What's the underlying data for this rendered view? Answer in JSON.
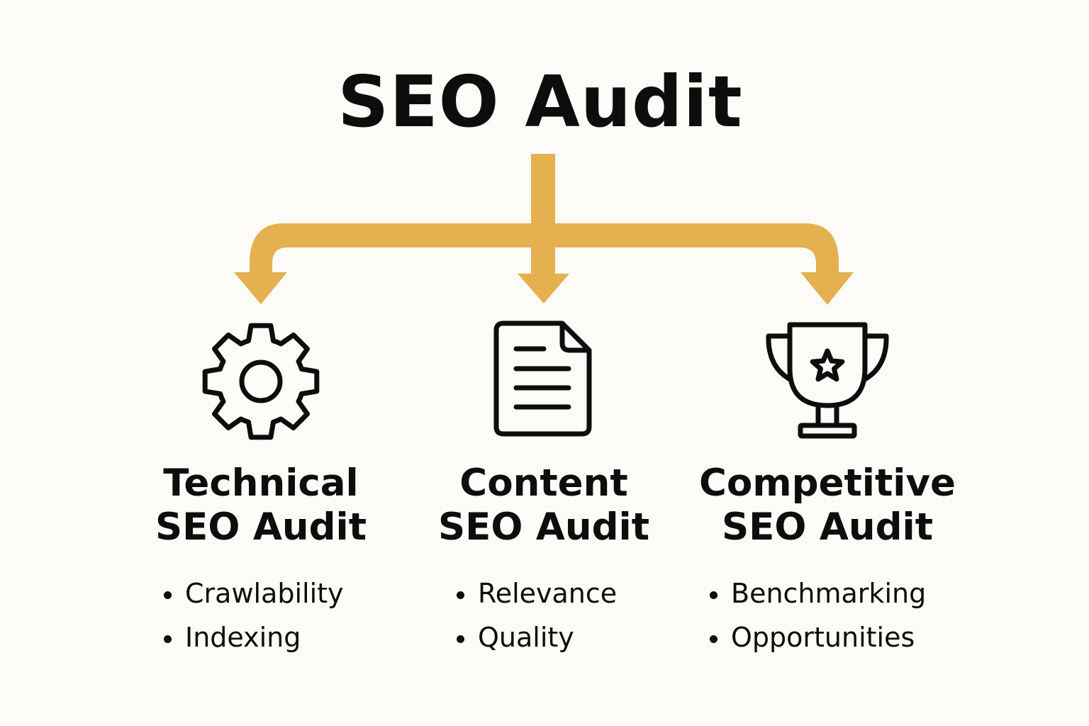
{
  "title": "SEO Audit",
  "colors": {
    "background": "#fdfcf8",
    "arrow": "#e5b04f",
    "text": "#0d0d0d"
  },
  "columns": [
    {
      "icon": "gear-icon",
      "heading_line1": "Technical",
      "heading_line2": "SEO Audit",
      "bullets": [
        "Crawlability",
        "Indexing"
      ]
    },
    {
      "icon": "document-icon",
      "heading_line1": "Content",
      "heading_line2": "SEO Audit",
      "bullets": [
        "Relevance",
        "Quality"
      ]
    },
    {
      "icon": "trophy-icon",
      "heading_line1": "Competitive",
      "heading_line2": "SEO Audit",
      "bullets": [
        "Benchmarking",
        "Opportunities"
      ]
    }
  ]
}
